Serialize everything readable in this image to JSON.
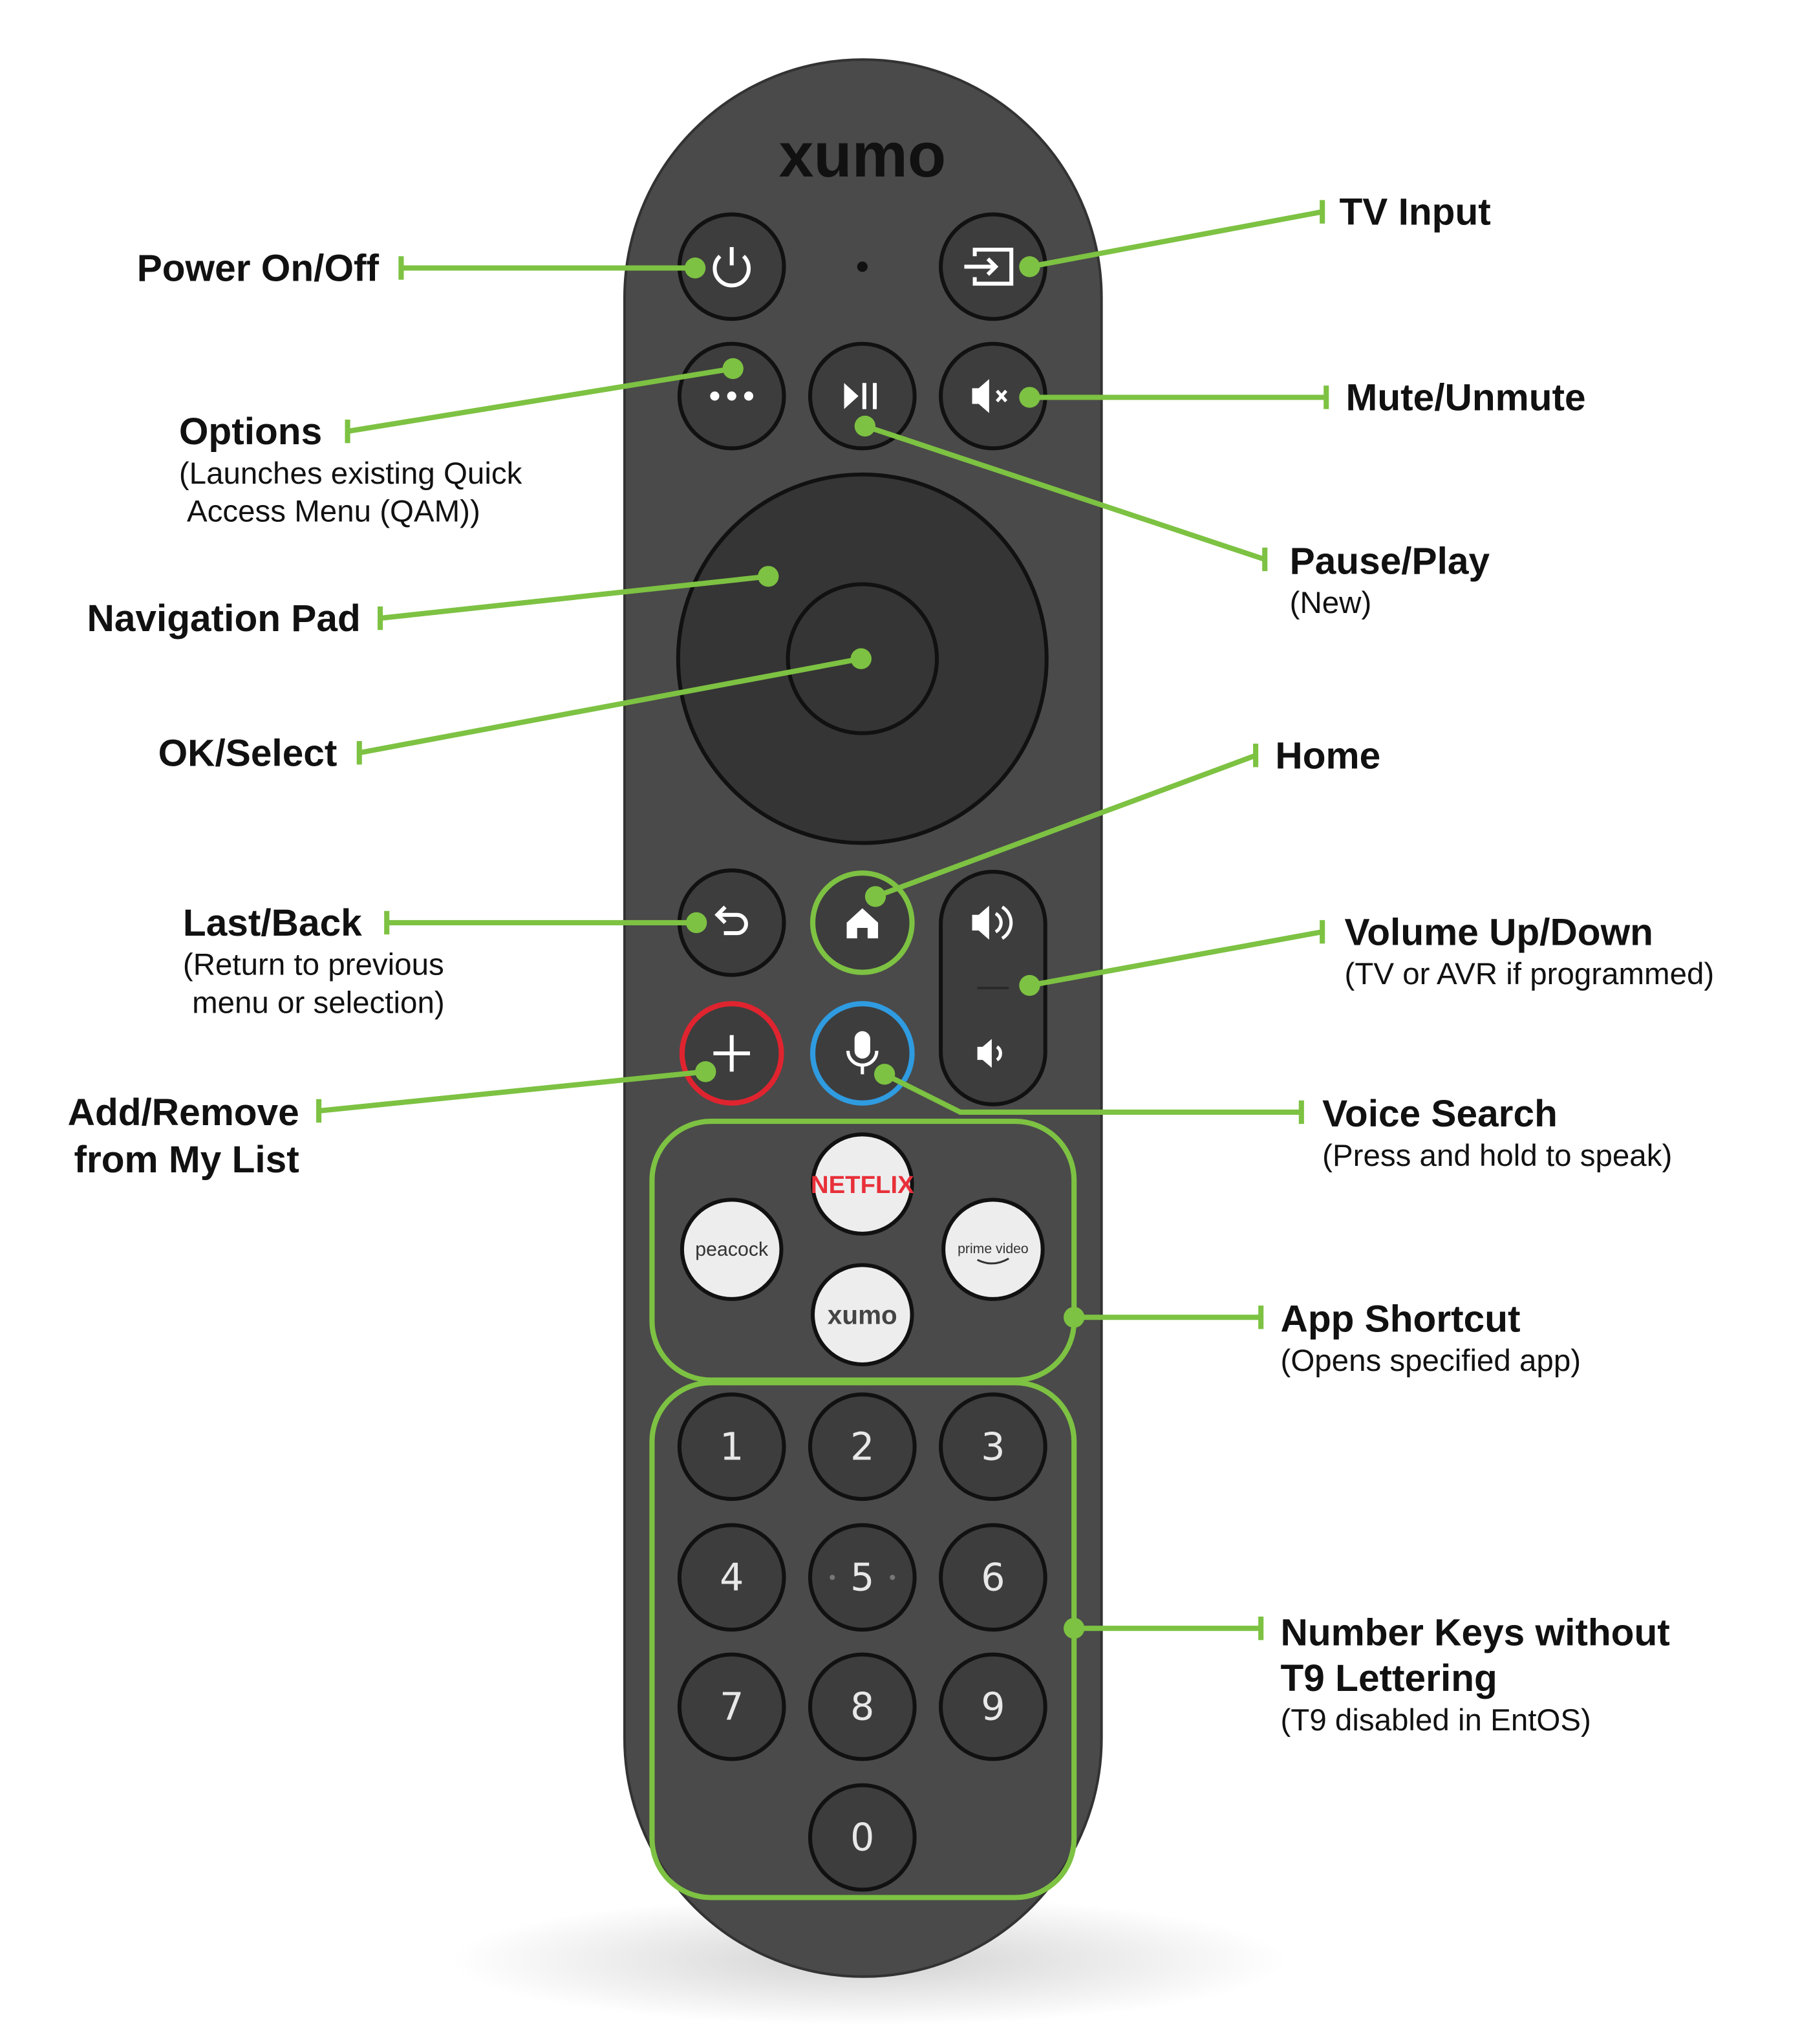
{
  "colors": {
    "leader": "#7dc242",
    "remote_body": "#4a4a4a",
    "button": "#3d3d3d",
    "add_ring": "#e0242f",
    "voice_ring": "#2f9be0",
    "home_ring": "#7dc242",
    "netflix": "#e8303a"
  },
  "remote": {
    "brand_logo": "xumo",
    "apps": {
      "netflix": "NETFLIX",
      "peacock": "peacock",
      "prime": "prime video",
      "xumo": "xumo"
    },
    "number_keys": [
      "1",
      "2",
      "3",
      "4",
      "5",
      "6",
      "7",
      "8",
      "9",
      "0"
    ]
  },
  "labels": {
    "power": {
      "title": "Power On/Off"
    },
    "tv_input": {
      "title": "TV Input"
    },
    "options": {
      "title": "Options",
      "sub1": "(Launches existing Quick",
      "sub2": "Access Menu (QAM))"
    },
    "mute": {
      "title": "Mute/Unmute"
    },
    "pause_play": {
      "title": "Pause/Play",
      "sub1": "(New)"
    },
    "nav_pad": {
      "title": "Navigation Pad"
    },
    "ok_select": {
      "title": "OK/Select"
    },
    "home": {
      "title": "Home"
    },
    "last_back": {
      "title": "Last/Back",
      "sub1": "(Return to previous",
      "sub2": "menu or selection)"
    },
    "volume": {
      "title": "Volume Up/Down",
      "sub1": "(TV or AVR if programmed)"
    },
    "add_remove": {
      "title1": "Add/Remove",
      "title2": "from My List"
    },
    "voice": {
      "title": "Voice Search",
      "sub1": "(Press and hold to speak)"
    },
    "app_shortcut": {
      "title": "App Shortcut",
      "sub1": "(Opens specified app)"
    },
    "number_keys": {
      "title1": "Number Keys without",
      "title2": "T9 Lettering",
      "sub1": "(T9 disabled in EntOS)"
    }
  }
}
